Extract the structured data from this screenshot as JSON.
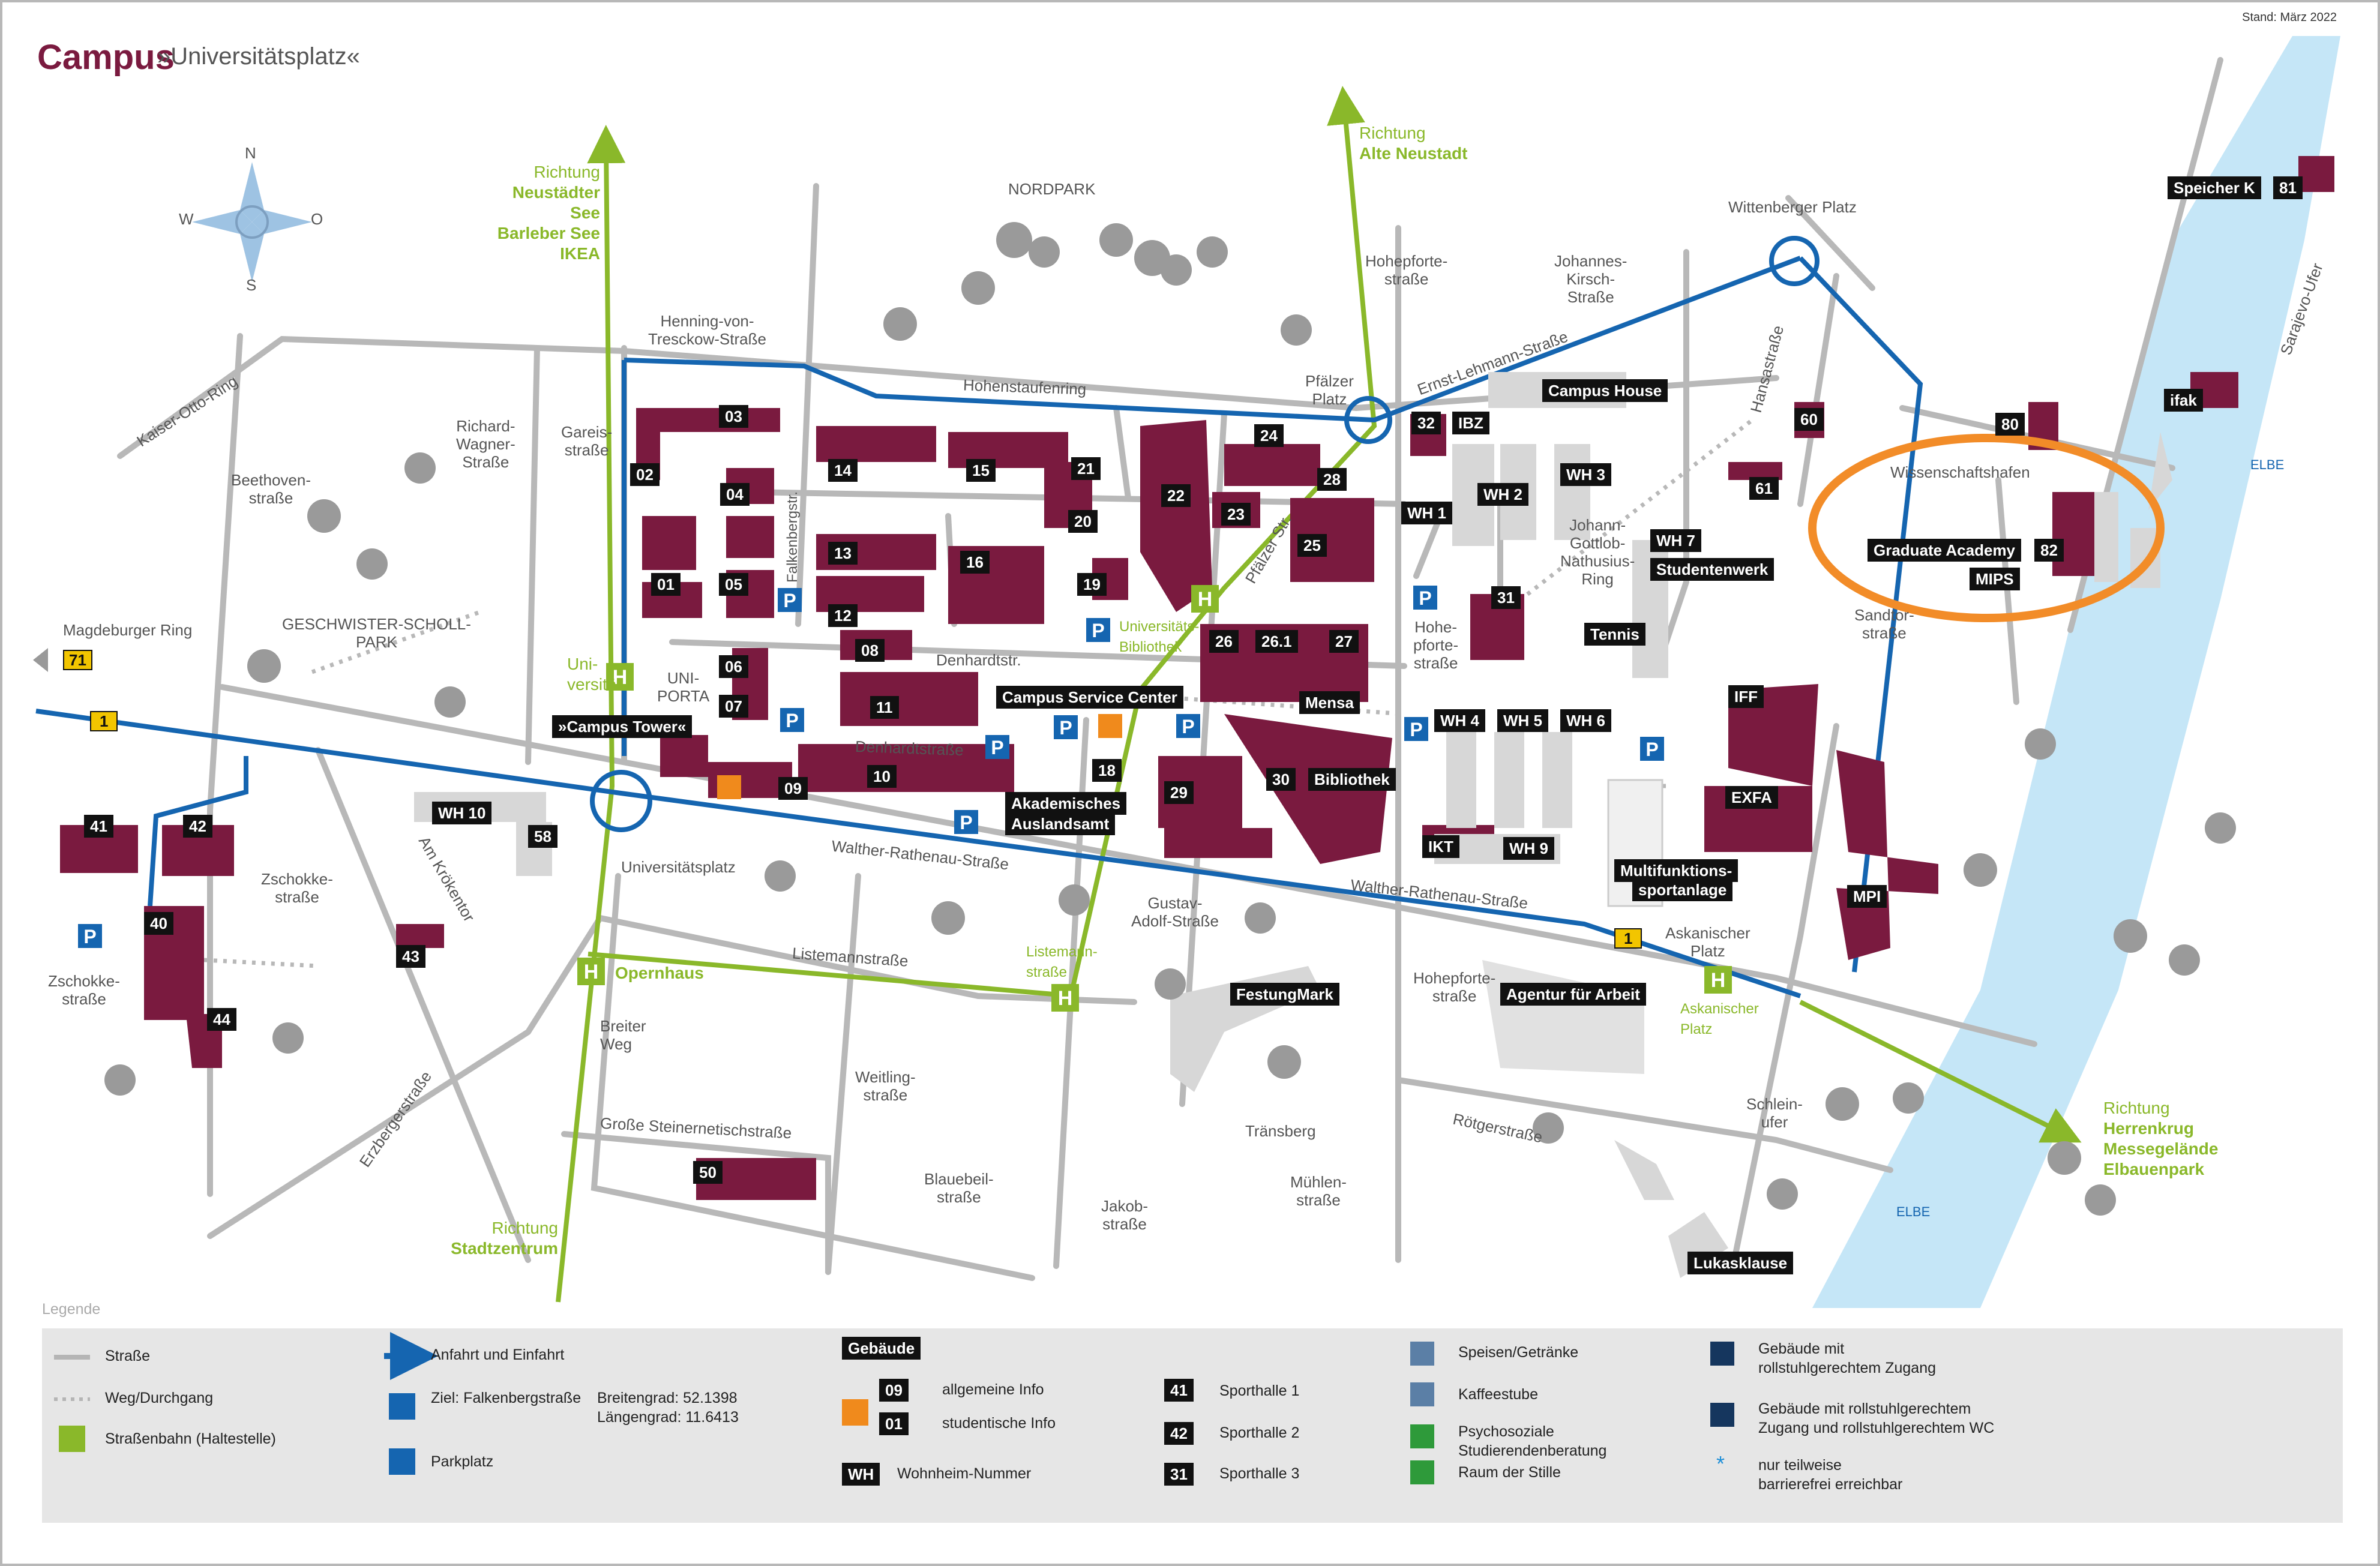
{
  "header": {
    "title": "Campus",
    "subtitle": "»Universitätsplatz«",
    "stand": "Stand: März 2022"
  },
  "compass": {
    "n": "N",
    "s": "S",
    "w": "W",
    "o": "O"
  },
  "colors": {
    "building": "#7a1a3f",
    "road": "#b5b5b5",
    "bus_route": "#1565b0",
    "tram": "#8ab82a",
    "river": "#c5e6f7",
    "highlight": "#f28c28"
  },
  "places": {
    "nordpark": "NORDPARK",
    "geschwister": "GESCHWISTER-SCHOLL-\nPARK",
    "uniporta": "UNI-\nPORTA",
    "wittenberger": "Wittenberger Platz",
    "wissenschaftshafen": "Wissenschaftshafen",
    "elbe1": "ELBE",
    "elbe2": "ELBE"
  },
  "streets": {
    "kaiser_otto_ring": "Kaiser-Otto-Ring",
    "beethoven": "Beethoven-\nstraße",
    "richard_wagner": "Richard-\nWagner-\nStraße",
    "gareis": "Gareis-\nstraße",
    "henning": "Henning-von-\nTresckow-Straße",
    "hohenstaufenring": "Hohenstaufenring",
    "falkenberg": "Falkenbergstr.",
    "denhardt1": "Denhardtstr.",
    "denhardt2": "Denhardtstraße",
    "magdeburger_ring": "Magdeburger Ring",
    "walther1": "Walther-Rathenau-Straße",
    "walther2": "Walther-Rathenau-Straße",
    "universitaetsplatz": "Universitätsplatz",
    "zschokke1": "Zschokke-\nstraße",
    "zschokke2": "Zschokke-\nstraße",
    "am_kroekentor": "Am Krökentor",
    "erzberger": "Erzbergerstraße",
    "listemann": "Listemannstraße",
    "breiter_weg": "Breiter\nWeg",
    "weitling": "Weitling-\nstraße",
    "gr_steinernetisch": "Große Steinernetischstraße",
    "blauebeil": "Blauebeil-\nstraße",
    "jakob": "Jakob-\nstraße",
    "traensberg": "Tränsberg",
    "muehlen": "Mühlen-\nstraße",
    "gustav_adolf": "Gustav-\nAdolf-Straße",
    "hohepforte1": "Hohepforte-\nstraße",
    "hohepforte2": "Hohe-\npforte-\nstraße",
    "hohepforte3": "Hohepforte-\nstraße",
    "pfaelzer_platz": "Pfälzer\nPlatz",
    "pfaelzer_str": "Pfälzer Str.",
    "johannes_kirsch": "Johannes-\nKirsch-\nStraße",
    "ernst_lehmann": "Ernst-Lehmann-Straße",
    "hansastr": "Hansastraße",
    "johann_gottlob": "Johann-\nGottlob-\nNathusius-\nRing",
    "roetger": "Rötgerstraße",
    "sandtor": "Sandtor-\nstraße",
    "askanischer": "Askanischer\nPlatz",
    "schleinufer": "Schlein-\nufer",
    "sarajevo": "Sarajevo-Ufer"
  },
  "tram": {
    "uniplatz": "Uni-\nversität",
    "unibib": "Universitäts-\nBibliothek",
    "opernhaus": "Opernhaus",
    "listemann": "Listemann-\nstraße",
    "askanischer": "Askanischer\nPlatz",
    "richtung_nsee": [
      "Richtung",
      "Neustädter See",
      "Barleber See",
      "IKEA"
    ],
    "richtung_alt": [
      "Richtung",
      "Alte Neustadt"
    ],
    "richtung_stadt": [
      "Richtung",
      "Stadtzentrum"
    ],
    "richtung_herren": [
      "Richtung",
      "Herrenkrug",
      "Messegelände",
      "Elbauenpark"
    ]
  },
  "road_signs": {
    "b71": "71",
    "b1a": "1",
    "b1b": "1"
  },
  "buildings": [
    {
      "label": "03"
    },
    {
      "label": "02"
    },
    {
      "label": "04"
    },
    {
      "label": "01"
    },
    {
      "label": "05"
    },
    {
      "label": "06"
    },
    {
      "label": "07"
    },
    {
      "label": "14"
    },
    {
      "label": "15"
    },
    {
      "label": "21"
    },
    {
      "label": "20"
    },
    {
      "label": "13"
    },
    {
      "label": "16"
    },
    {
      "label": "12"
    },
    {
      "label": "19"
    },
    {
      "label": "08"
    },
    {
      "label": "11"
    },
    {
      "label": "22"
    },
    {
      "label": "24"
    },
    {
      "label": "23"
    },
    {
      "label": "28"
    },
    {
      "label": "25"
    },
    {
      "label": "26"
    },
    {
      "label": "26.1"
    },
    {
      "label": "27"
    },
    {
      "label": "09"
    },
    {
      "label": "10"
    },
    {
      "label": "18"
    },
    {
      "label": "29"
    },
    {
      "label": "30"
    },
    {
      "label": "32"
    },
    {
      "label": "31"
    },
    {
      "label": "41"
    },
    {
      "label": "42"
    },
    {
      "label": "40"
    },
    {
      "label": "44"
    },
    {
      "label": "43"
    },
    {
      "label": "50"
    },
    {
      "label": "58"
    },
    {
      "label": "60"
    },
    {
      "label": "61"
    },
    {
      "label": "80"
    },
    {
      "label": "81"
    },
    {
      "label": "82"
    }
  ],
  "named_tags": {
    "campus_house": "Campus House",
    "ibz": "IBZ",
    "wh1": "WH 1",
    "wh2": "WH 2",
    "wh3": "WH 3",
    "wh7": "WH 7",
    "studentenwerk": "Studentenwerk",
    "tennis": "Tennis",
    "wh4": "WH 4",
    "wh5": "WH 5",
    "wh6": "WH 6",
    "wh9": "WH 9",
    "wh10": "WH 10",
    "ikt": "IKT",
    "mensa": "Mensa",
    "bibliothek": "Bibliothek",
    "campus_tower": "»Campus Tower«",
    "csc": "Campus Service Center",
    "akad1": "Akademisches",
    "akad2": "Auslandsamt",
    "iff": "IFF",
    "exfa": "EXFA",
    "multi1": "Multifunktions-",
    "multi2": "sportanlage",
    "mpi": "MPI",
    "festungmark": "FestungMark",
    "agentur": "Agentur für Arbeit",
    "lukasklause": "Lukasklause",
    "speicher": "Speicher K",
    "ifak": "ifak",
    "graduate": "Graduate Academy",
    "mips": "MIPS"
  },
  "legend": {
    "title": "Legende",
    "strasse": "Straße",
    "weg": "Weg/Durchgang",
    "bahn": "Straßenbahn (Haltestelle)",
    "anfahrt": "Anfahrt und Einfahrt",
    "ziel": "Ziel: Falkenbergstraße",
    "breite_l": "Breitengrad: 52.1398",
    "laenge_l": "Längengrad: 11.6413",
    "park": "Parkplatz",
    "gebaeude": "Gebäude",
    "b09": "09",
    "b01": "01",
    "allg_info": "allgemeine Info",
    "stud_info": "studentische Info",
    "wh": "WH",
    "wh_nr": "Wohnheim-Nummer",
    "s41": "41",
    "s42": "42",
    "s31": "31",
    "sp1": "Sporthalle 1",
    "sp2": "Sporthalle 2",
    "sp3": "Sporthalle 3",
    "speisen": "Speisen/Getränke",
    "kaffee": "Kaffeestube",
    "psycho": "Psychosoziale\nStudierendenberatung",
    "stille": "Raum der Stille",
    "rollstuhl": "Gebäude mit\nrollstuhlgerechtem Zugang",
    "rollstuhl_wc": "Gebäude mit rollstuhlgerechtem\nZugang und rollstuhlgerechtem WC",
    "teilweise": "nur teilweise\nbarrierefrei erreichbar"
  }
}
